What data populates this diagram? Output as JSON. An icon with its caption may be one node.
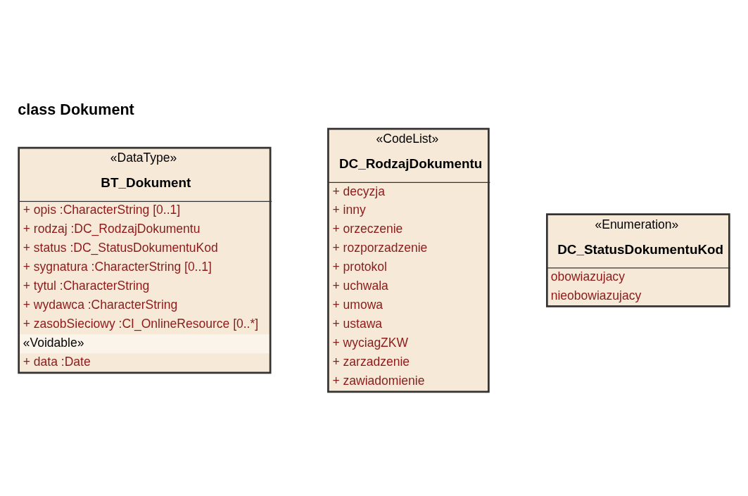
{
  "diagram": {
    "title": "class Dokument",
    "nodes": [
      {
        "text": [
          "«DataType»",
          "BT_Dokument",
          "+ opis :CharacterString [0..1]",
          "+ rodzaj :DC_RodzajDokumentu",
          "+ status :DC_StatusDokumentuKod",
          "+ sygnatura :CharacterString [0..1]",
          "+ tytul :CharacterString",
          "+ wydawca :CharacterString",
          "+ zasobSieciowy :CI_OnlineResource [0..*]",
          "«Voidable»",
          "+ data :Date"
        ]
      },
      {
        "text": [
          "«CodeList»",
          "DC_RodzajDokumentu",
          "+ decyzja",
          "+ inny",
          "+ orzeczenie",
          "+ rozporzadzenie",
          "+ protokol",
          "+ uchwala",
          "+ umowa",
          "+ ustawa",
          "+ wyciagZKW",
          "+ zarzadzenie",
          "+ zawiadomienie"
        ]
      },
      {
        "text": [
          "«Enumeration»",
          "DC_StatusDokumentuKod",
          "obowiazujacy",
          "nieobowiazujacy"
        ]
      }
    ],
    "edges": []
  }
}
